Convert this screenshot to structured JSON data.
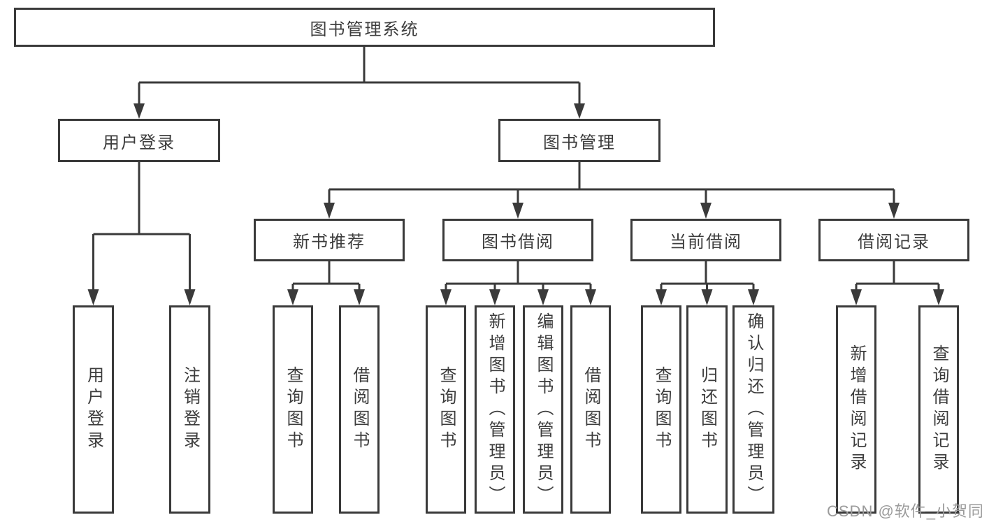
{
  "diagram": {
    "title": "图书管理系统",
    "level2": [
      {
        "label": "用户登录"
      },
      {
        "label": "图书管理"
      }
    ],
    "level3": [
      {
        "label": "新书推荐"
      },
      {
        "label": "图书借阅"
      },
      {
        "label": "当前借阅"
      },
      {
        "label": "借阅记录"
      }
    ],
    "leaves": {
      "user_login": [
        "用户登录",
        "注销登录"
      ],
      "new_book": [
        "查询图书",
        "借阅图书"
      ],
      "book_borrow": [
        "查询图书",
        "新增图书（管理员）",
        "编辑图书（管理员）",
        "借阅图书"
      ],
      "current_borrow": [
        "查询图书",
        "归还图书",
        "确认归还（管理员）"
      ],
      "borrow_record": [
        "新增借阅记录",
        "查询借阅记录"
      ]
    },
    "colors": {
      "line": "#3a3a3a",
      "box_fill": "#ffffff",
      "text": "#3c3c3c",
      "watermark": "#9b9b9b"
    }
  },
  "watermark": {
    "text": "CSDN @软件_小贺同学"
  }
}
